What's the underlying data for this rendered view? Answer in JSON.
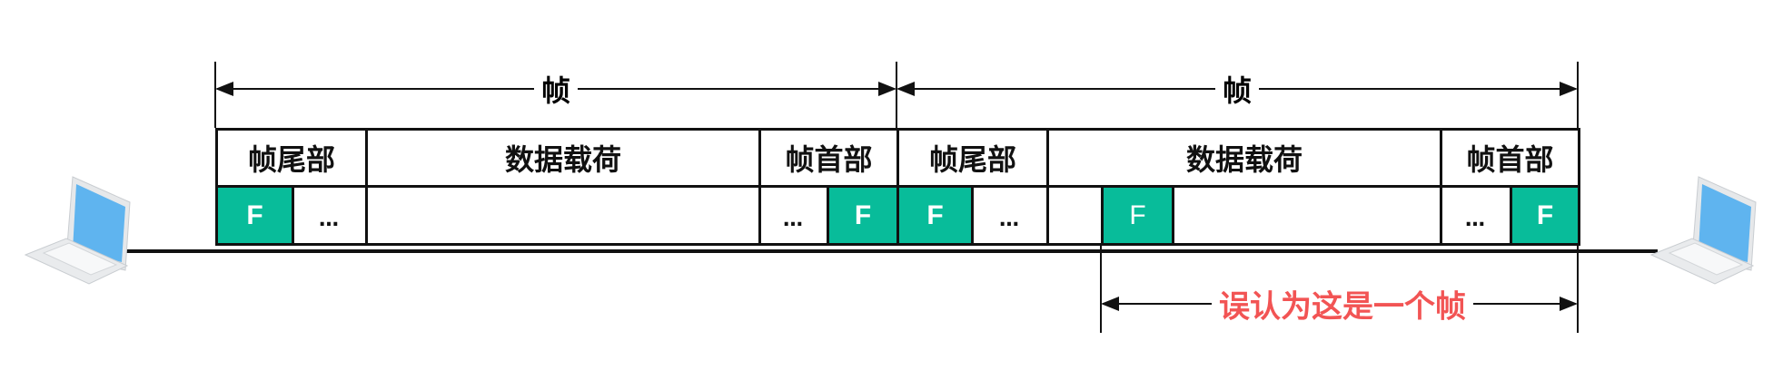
{
  "frames": [
    {
      "label": "帧",
      "tail": "帧尾部",
      "payload": "数据载荷",
      "head": "帧首部",
      "flag": "F",
      "ellipsis": "…"
    },
    {
      "label": "帧",
      "tail": "帧尾部",
      "payload": "数据载荷",
      "head": "帧首部",
      "flag": "F",
      "ellipsis": "…"
    }
  ],
  "payload_flag": "F",
  "annotation": "误认为这是一个帧",
  "colors": {
    "flag": "#08bc9a",
    "annotation": "#f25454"
  },
  "icons": [
    "laptop-icon",
    "laptop-icon"
  ]
}
